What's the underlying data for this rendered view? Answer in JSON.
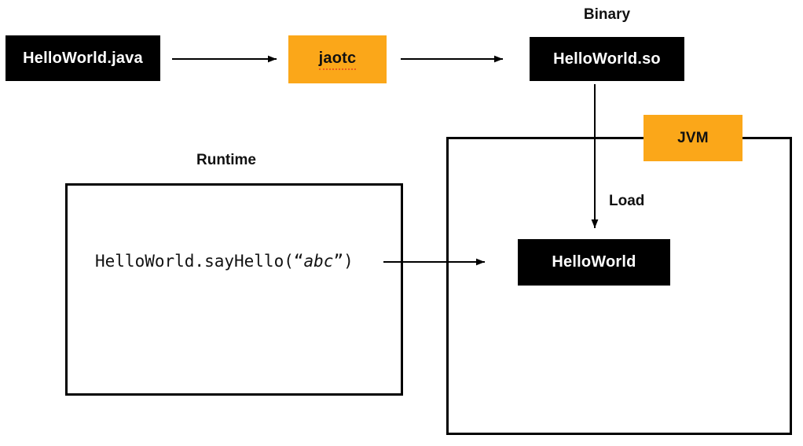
{
  "diagram": {
    "title_semantic": "Java AOT compilation and runtime loading flow",
    "colors": {
      "background": "#ffffff",
      "node_black": "#000000",
      "accent_orange": "#FBA719",
      "border": "#000000",
      "text_on_black": "#ffffff",
      "text_on_light": "#111111"
    },
    "nodes": {
      "source": {
        "label": "HelloWorld.java"
      },
      "compiler": {
        "label": "jaotc"
      },
      "binary": {
        "label": "HelloWorld.so"
      },
      "loaded_class": {
        "label": "HelloWorld"
      }
    },
    "captions": {
      "binary": "Binary",
      "jvm": "JVM",
      "load": "Load",
      "runtime": "Runtime"
    },
    "runtime_call": {
      "prefix": "HelloWorld.sayHello(“",
      "arg": "abc",
      "suffix": "”)"
    },
    "arrows": [
      {
        "name": "source-to-jaotc",
        "from": "HelloWorld.java",
        "to": "jaotc"
      },
      {
        "name": "jaotc-to-binary",
        "from": "jaotc",
        "to": "HelloWorld.so"
      },
      {
        "name": "binary-load-into-jvm",
        "from": "HelloWorld.so",
        "to": "HelloWorld"
      },
      {
        "name": "runtime-call-to-class",
        "from": "HelloWorld.sayHello(“abc”)",
        "to": "HelloWorld"
      }
    ]
  }
}
